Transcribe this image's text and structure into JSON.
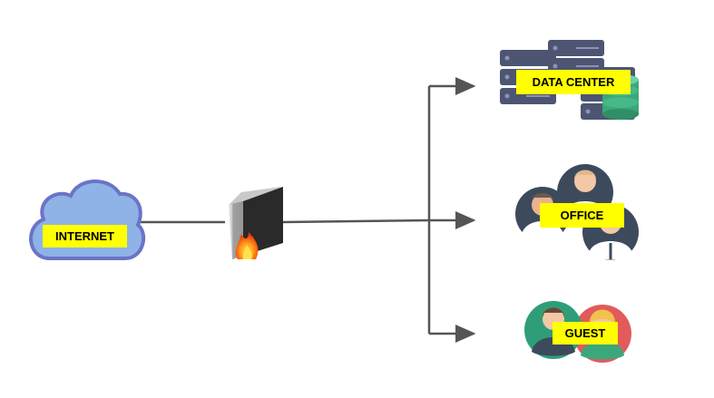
{
  "nodes": {
    "internet": {
      "label": "INTERNET",
      "icon": "cloud-icon"
    },
    "firewall": {
      "label": "",
      "icon": "firewall-icon"
    },
    "datacenter": {
      "label": "DATA CENTER",
      "icon": "server-rack-icon"
    },
    "office": {
      "label": "OFFICE",
      "icon": "users-group-icon"
    },
    "guest": {
      "label": "GUEST",
      "icon": "guest-users-icon"
    }
  },
  "colors": {
    "label_bg": "#ffff00",
    "line": "#555555",
    "cloud_fill": "#8fb3e6",
    "cloud_stroke": "#6b74c7",
    "server_dark": "#4d5572",
    "database_green": "#3aa87a",
    "user_bg_dark": "#3c4a5c"
  }
}
